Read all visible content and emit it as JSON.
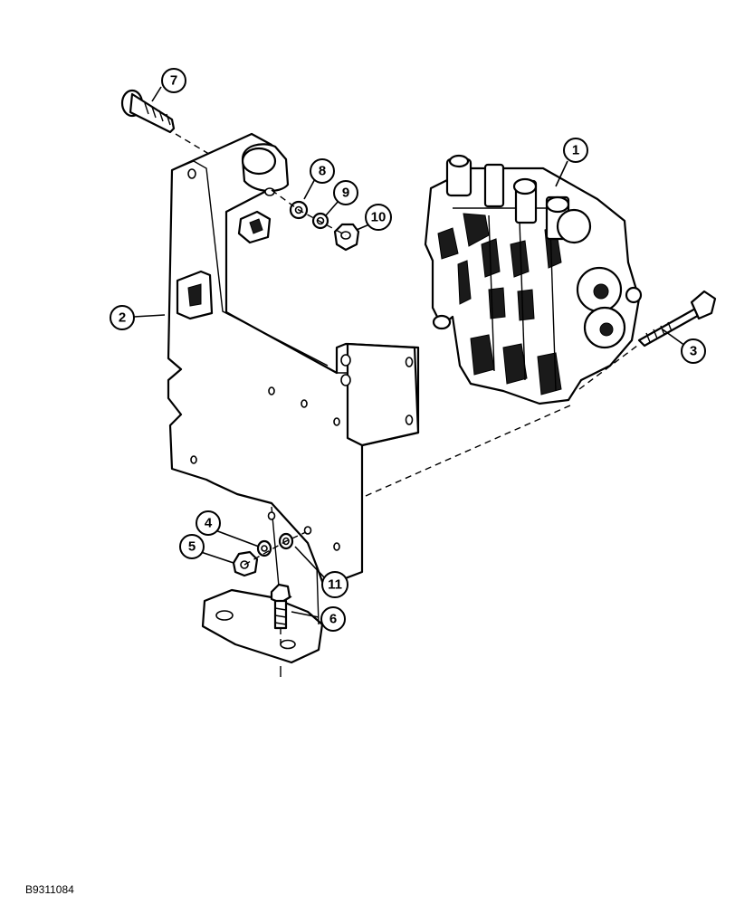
{
  "figure": {
    "code": "B9311084"
  },
  "callouts": {
    "c1": "1",
    "c2": "2",
    "c3": "3",
    "c4": "4",
    "c5": "5",
    "c6": "6",
    "c7": "7",
    "c8": "8",
    "c9": "9",
    "c10": "10",
    "c11": "11"
  }
}
